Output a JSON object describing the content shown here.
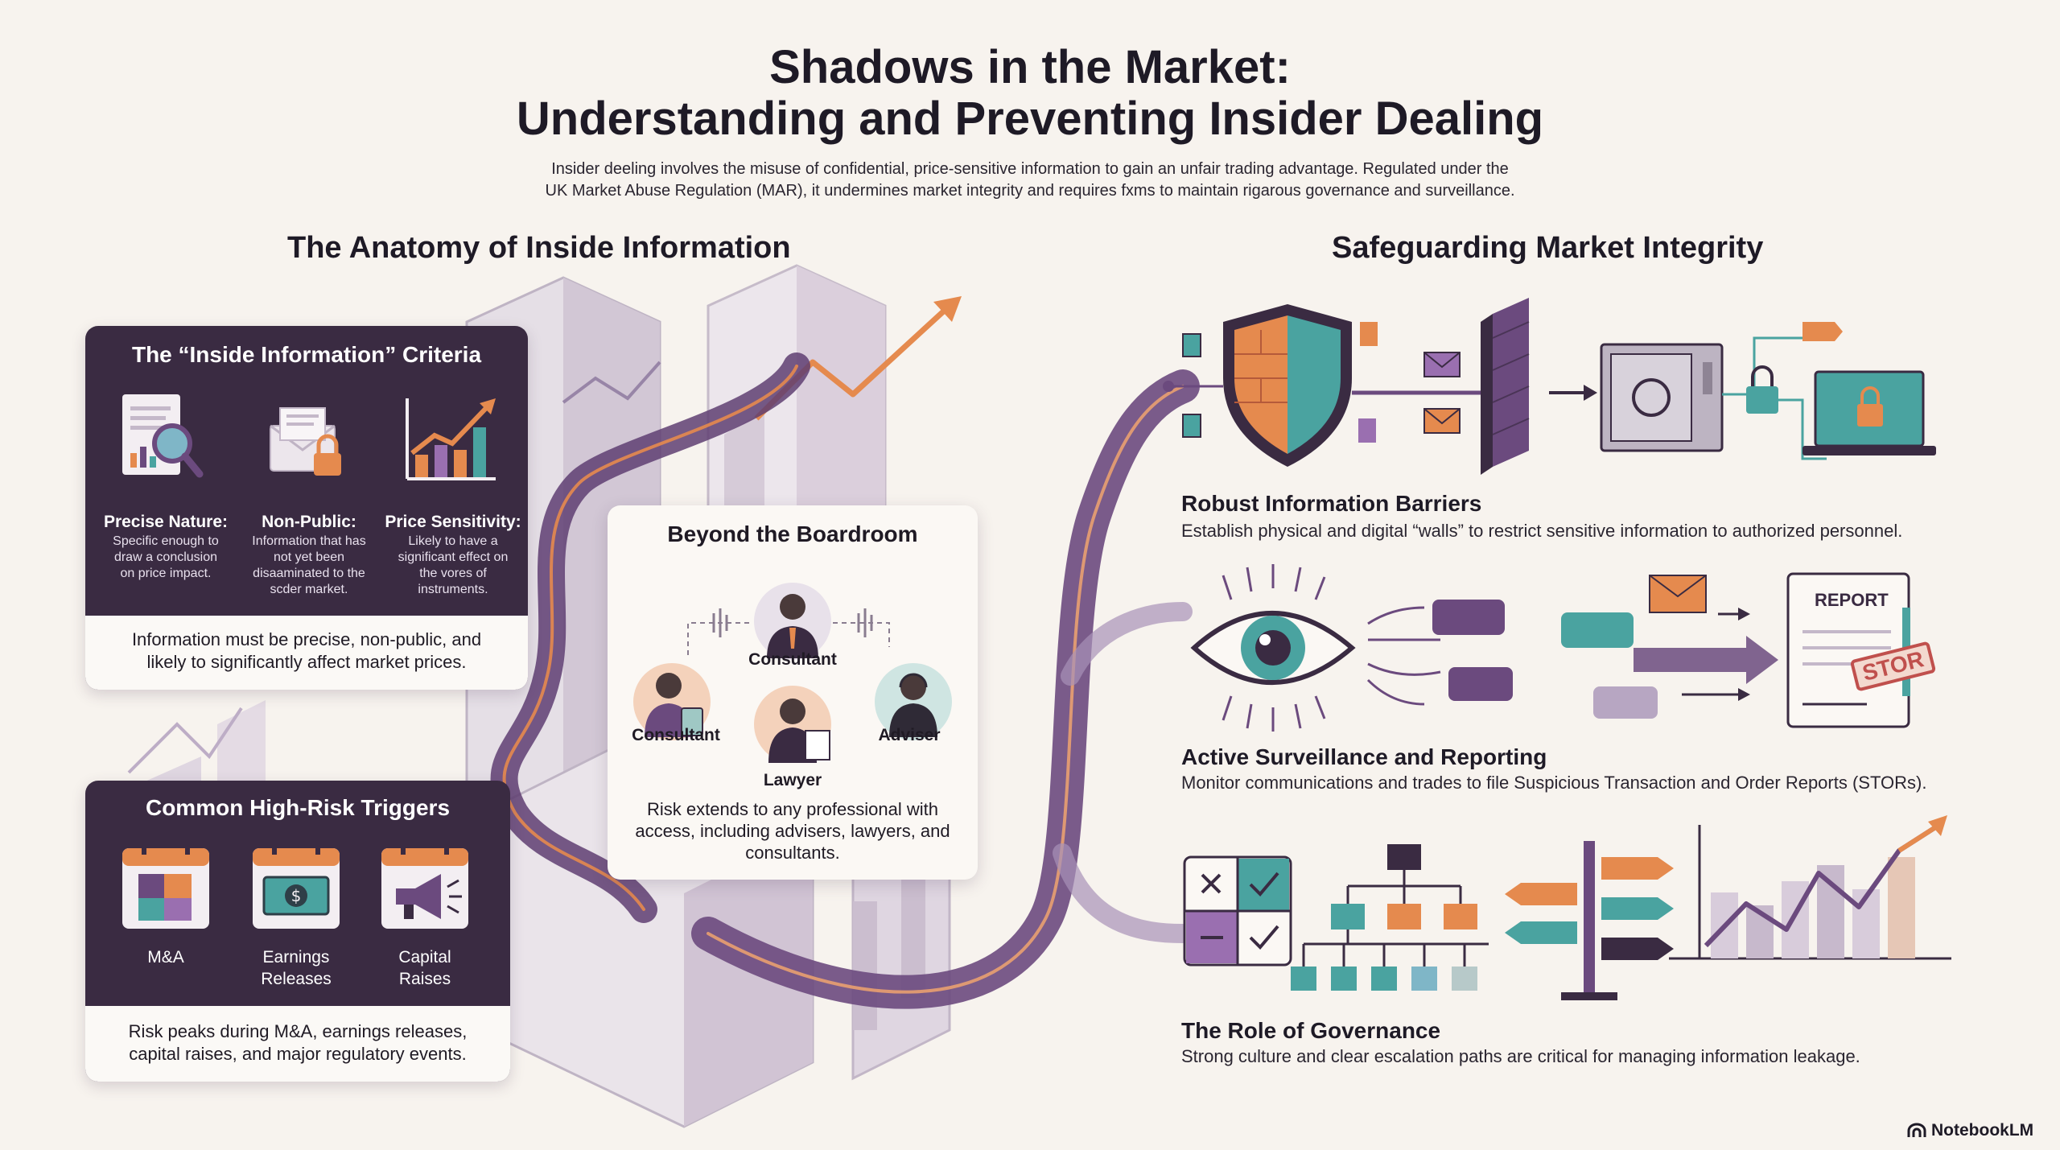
{
  "header": {
    "title_line1": "Shadows in the Market:",
    "title_line2": "Understanding and Preventing Insider Dealing",
    "intro_line1": "Insider deeling involves the misuse of confidential, price-sensitive information to gain an unfair trading advantage. Regulated under the",
    "intro_line2": "UK Market Abuse Regulation (MAR), it undermines market integrity and requires fxms to maintain rigarous governance and surveillance."
  },
  "left": {
    "heading": "The Anatomy of Inside Information",
    "criteria": {
      "title": "The “Inside Information” Criteria",
      "items": [
        {
          "label": "Precise Nature:",
          "desc1": "Specific enough to",
          "desc2": "draw a conclusion",
          "desc3": "on price impact.",
          "desc4": "",
          "icon": "document-magnifier-icon"
        },
        {
          "label": "Non-Public:",
          "desc1": "Information that has",
          "desc2": "not yet been",
          "desc3": "disaaminated to the",
          "desc4": "scder market.",
          "icon": "locked-envelope-icon"
        },
        {
          "label": "Price Sensitivity:",
          "desc1": "Likely to have a",
          "desc2": "significant effect on",
          "desc3": "the vores of",
          "desc4": "instruments.",
          "icon": "rising-chart-icon"
        }
      ],
      "footer1": "Information must be precise, non-public, and",
      "footer2": "likely to significantly affect market prices."
    },
    "triggers": {
      "title": "Common High-Risk Triggers",
      "items": [
        {
          "label1": "M&A",
          "label2": "",
          "icon": "puzzle-calendar-icon"
        },
        {
          "label1": "Earnings",
          "label2": "Releases",
          "icon": "money-calendar-icon"
        },
        {
          "label1": "Capital",
          "label2": "Raises",
          "icon": "megaphone-calendar-icon"
        }
      ],
      "footer1": "Risk peaks during M&A, earnings releases,",
      "footer2": "capital raises, and major regulatory events."
    },
    "boardroom": {
      "title": "Beyond the Boardroom",
      "people": [
        "Consultant",
        "Consultant",
        "Adviser",
        "Lawyer"
      ],
      "desc1": "Risk extends to any professional with",
      "desc2": "access, including advisers, lawyers, and",
      "desc3": "consultants."
    }
  },
  "right": {
    "heading": "Safeguarding Market Integrity",
    "blocks": [
      {
        "title": "Robust Information Barriers",
        "desc": "Establish physical and digital “walls” to restrict sensitive information to authorized personnel."
      },
      {
        "title": "Active Surveillance and Reporting",
        "desc": "Monitor communications and trades to file Suspicious Transaction and Order Reports (STORs)."
      },
      {
        "title": "The Role of Governance",
        "desc": "Strong culture and clear escalation paths are critical for managing information leakage."
      }
    ],
    "report_label": "REPORT",
    "stamp_label": "STOR"
  },
  "brand": "NotebookLM",
  "colors": {
    "dark_panel": "#3a2b42",
    "purple": "#6b4a7e",
    "orange": "#e58a4e",
    "teal": "#4aa3a0",
    "background": "#f7f3ee"
  }
}
